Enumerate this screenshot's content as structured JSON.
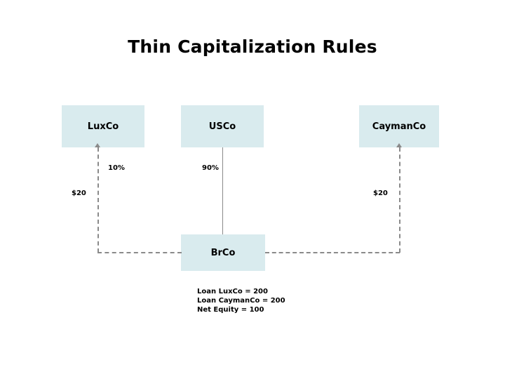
{
  "slide": {
    "title": "Thin Capitalization Rules",
    "background_color": "#ffffff",
    "box_fill_color": "#d9ebee",
    "line_color": "#8a8a8a",
    "text_color": "#000000"
  },
  "entities": {
    "luxco": "LuxCo",
    "usco": "USCo",
    "caymanco": "CaymanCo",
    "brco": "BrCo"
  },
  "ownership": {
    "luxco_pct": "10%",
    "usco_pct": "90%"
  },
  "amounts": {
    "left": "$20",
    "right": "$20"
  },
  "notes": {
    "line1": "Loan LuxCo = 200",
    "line2": "Loan CaymanCo = 200",
    "line3": "Net Equity = 100"
  }
}
